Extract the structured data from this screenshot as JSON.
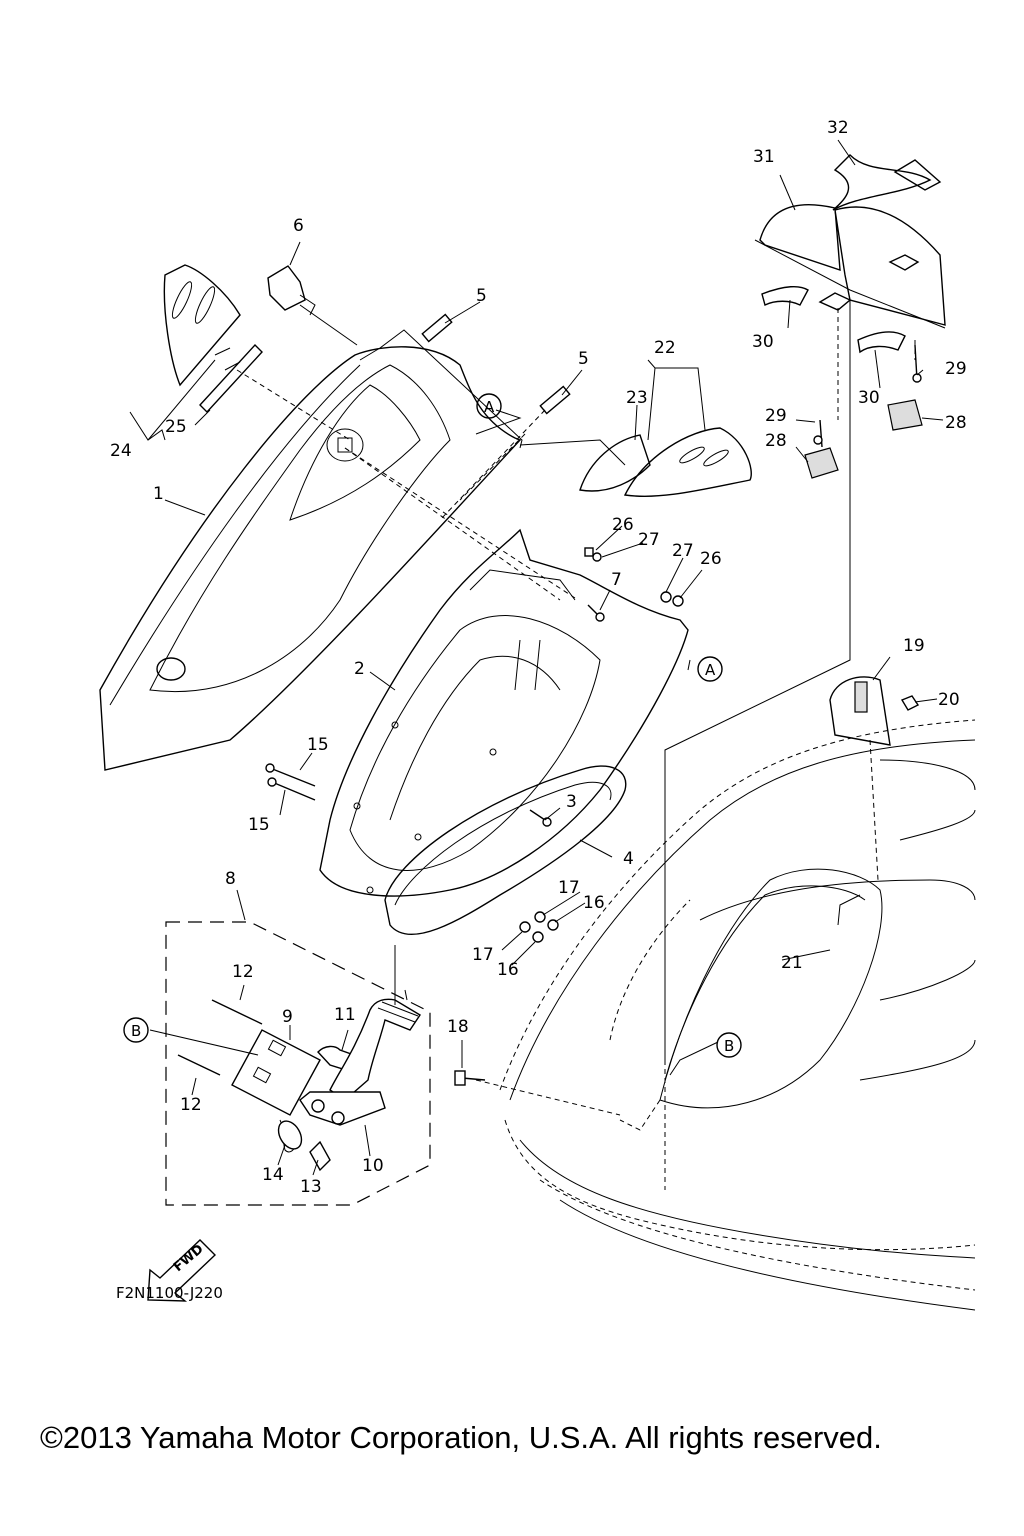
{
  "diagram": {
    "callouts": [
      "1",
      "2",
      "3",
      "4",
      "5",
      "5",
      "6",
      "7",
      "8",
      "9",
      "10",
      "11",
      "12",
      "12",
      "13",
      "14",
      "15",
      "15",
      "16",
      "16",
      "17",
      "17",
      "18",
      "19",
      "20",
      "21",
      "22",
      "23",
      "24",
      "25",
      "26",
      "26",
      "27",
      "27",
      "28",
      "28",
      "29",
      "29",
      "30",
      "30",
      "31",
      "32"
    ],
    "refs": [
      "A",
      "A",
      "B",
      "B"
    ],
    "fwd_label": "FWD",
    "code": "F2N1100-J220",
    "copyright": "©2013 Yamaha Motor Corporation, U.S.A. All rights reserved."
  }
}
